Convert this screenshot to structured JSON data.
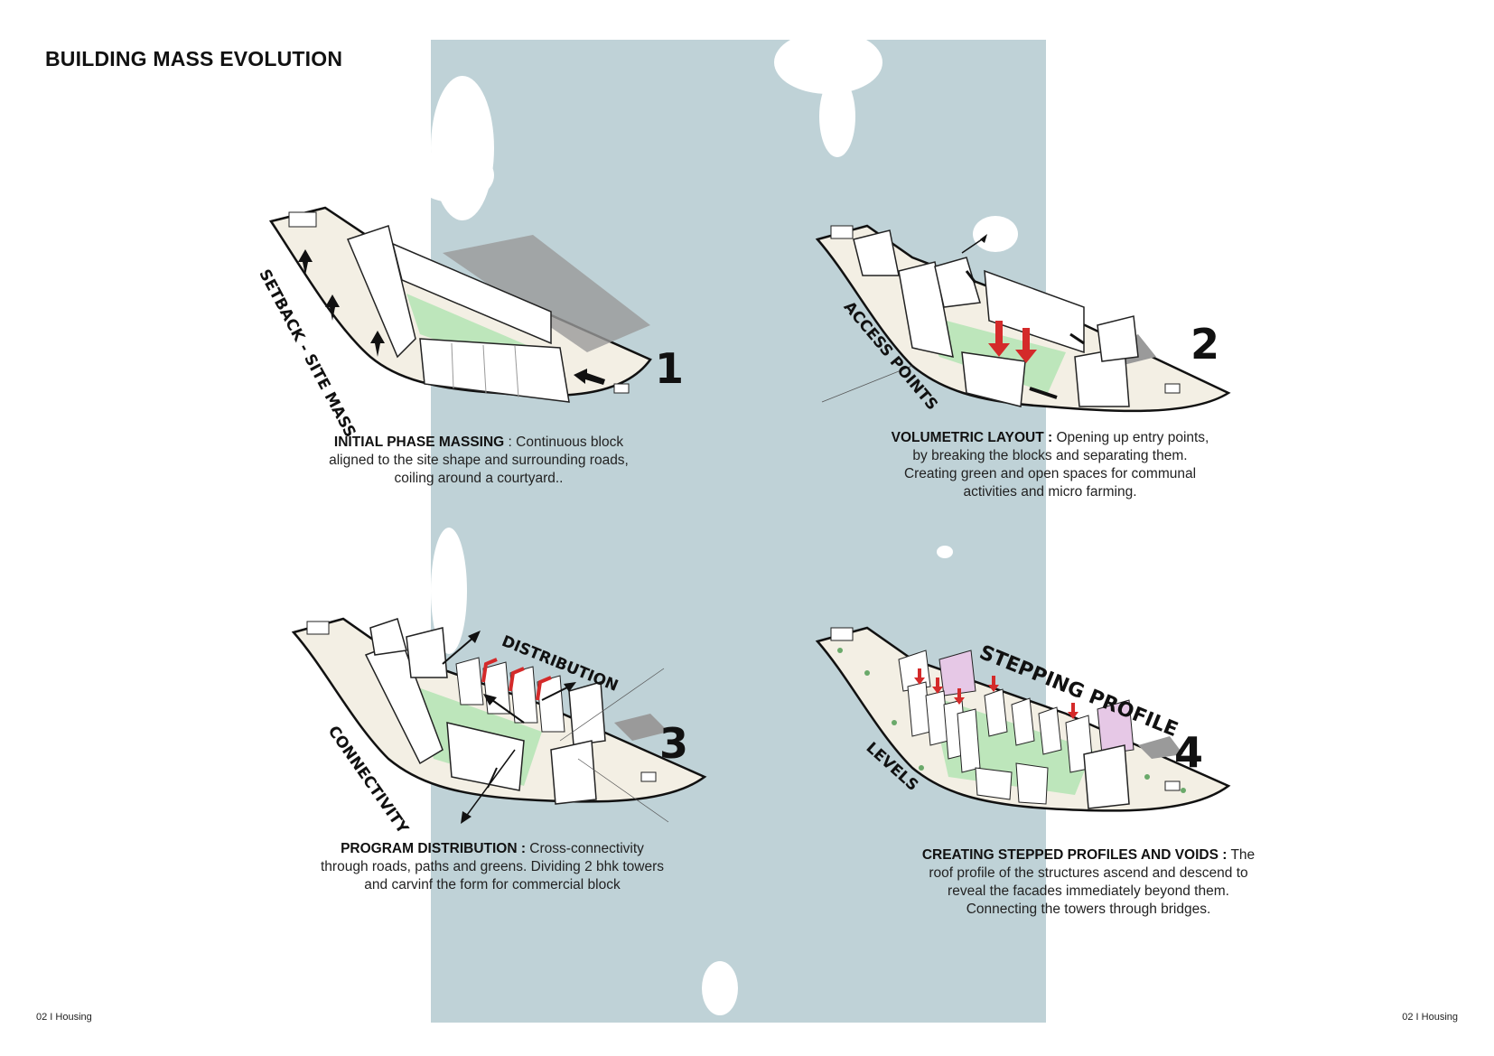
{
  "page": {
    "title": "BUILDING MASS EVOLUTION",
    "footer_left": "02 I Housing",
    "footer_right": "02 I Housing"
  },
  "colors": {
    "backdrop": "#bfd2d7",
    "site": "#f3efe4",
    "green": "#bde6bb",
    "shadow": "#9a9a9a",
    "arrow_red": "#d42a2a",
    "tower_pink": "#e6c8e6"
  },
  "steps": [
    {
      "number": "1",
      "tags": [
        "SETBACK - SITE MASS"
      ],
      "caption_heading": "INITIAL PHASE MASSING",
      "caption_body": " : Continuous block aligned to the site shape and surrounding  roads, coiling around a courtyard.."
    },
    {
      "number": "2",
      "tags": [
        "ACCESS POINTS"
      ],
      "caption_heading": "VOLUMETRIC LAYOUT :",
      "caption_body": " Opening up entry points, by breaking the blocks and separating them. Creating green and open spaces for communal activities and micro farming."
    },
    {
      "number": "3",
      "tags": [
        "DISTRIBUTION",
        "CONNECTIVITY"
      ],
      "caption_heading": "PROGRAM DISTRIBUTION :",
      "caption_body": " Cross-connectivity through roads, paths and greens. Dividing 2 bhk towers and carvinf the form for commercial block"
    },
    {
      "number": "4",
      "tags": [
        "STEPPING PROFILE",
        "LEVELS"
      ],
      "caption_heading": "CREATING STEPPED PROFILES AND VOIDS :",
      "caption_body": " The roof profile of the structures ascend and descend to reveal the facades immediately beyond them.  Connecting the towers through bridges."
    }
  ]
}
